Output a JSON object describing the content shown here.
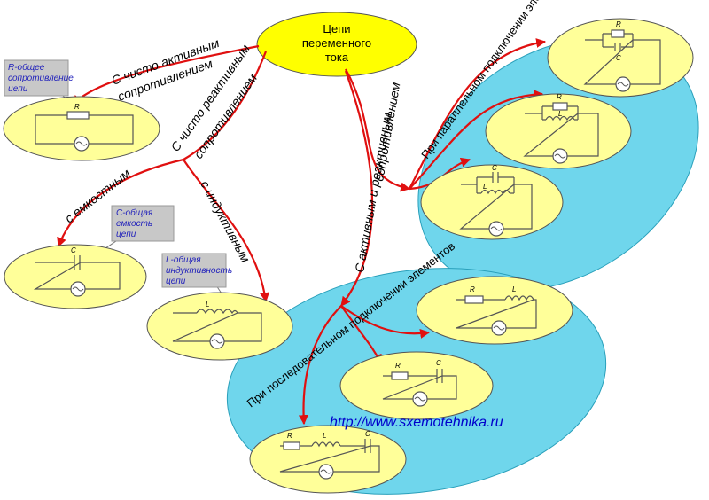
{
  "root": {
    "lines": [
      "Цепи",
      "переменного",
      "тока"
    ]
  },
  "branches": {
    "active": {
      "lines": [
        "С чисто активным",
        "сопротивлением"
      ]
    },
    "reactive": {
      "lines": [
        "С чисто реактивным",
        "сопротивлением"
      ]
    },
    "mixed": {
      "lines": [
        "С активным и  реактивным",
        "сопротивлением"
      ]
    },
    "capacitive": "с емкостным",
    "inductive": "с индуктивным"
  },
  "notes": {
    "r": {
      "lines": [
        "R-общее",
        "сопротивление",
        "цепи"
      ]
    },
    "c": {
      "lines": [
        "C-общая",
        "емкость",
        "цепи"
      ]
    },
    "l": {
      "lines": [
        "L-общая",
        "индуктивность",
        "цепи"
      ]
    }
  },
  "groups": {
    "parallel": "При параллельном  подключении элементов",
    "series": "При  последовательном  подключении  элементов"
  },
  "components": {
    "r": "R",
    "c": "C",
    "l": "L"
  },
  "footer": {
    "url": "http://www.sxemotehnika.ru"
  },
  "colors": {
    "node_fill": "#ffff99",
    "root_fill": "#ffff00",
    "group_fill": "#6fd6ec",
    "note_fill": "#c8c8c8",
    "arrow": "#e01010",
    "url_text": "#0000cc"
  }
}
